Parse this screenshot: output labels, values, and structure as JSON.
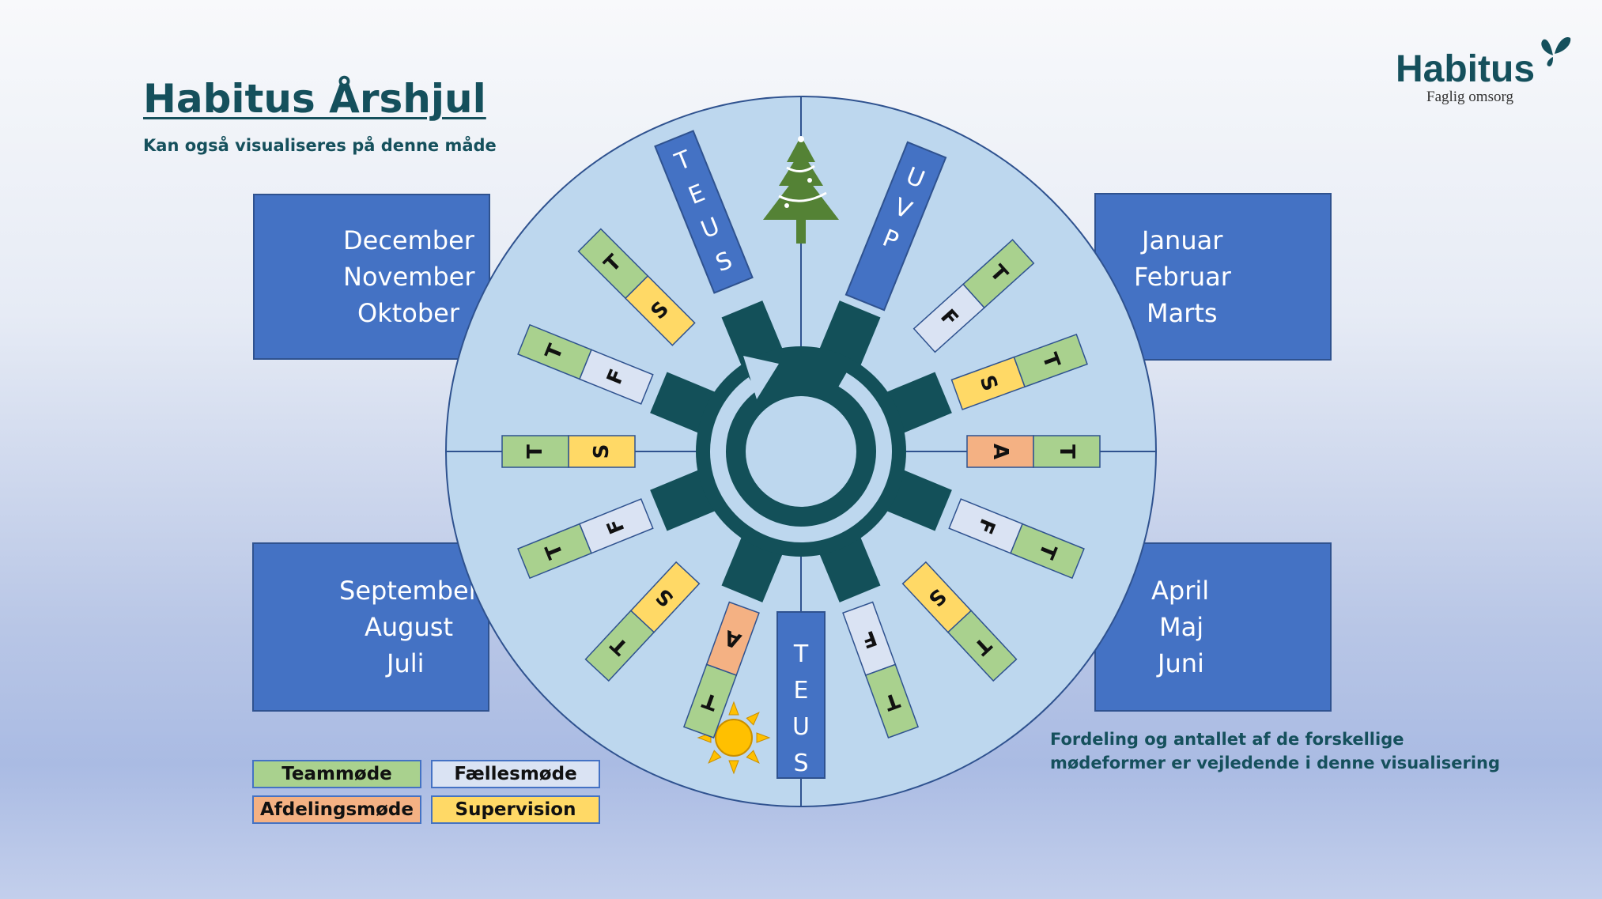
{
  "title": "Habitus Årshjul",
  "subtitle": "Kan også visualiseres på denne måde",
  "logo": {
    "name": "Habitus",
    "tagline": "Faglig omsorg"
  },
  "quarters": {
    "q4": [
      "December",
      "November",
      "Oktober"
    ],
    "q1": [
      "Januar",
      "Februar",
      "Marts"
    ],
    "q3": [
      "September",
      "August",
      "Juli"
    ],
    "q2": [
      "April",
      "Maj",
      "Juni"
    ]
  },
  "banners": {
    "top_left": "TEUS",
    "top_right": "UVP",
    "bottom": "TEUS"
  },
  "meeting_letters": {
    "T": "T",
    "F": "F",
    "S": "S",
    "A": "A"
  },
  "legend": {
    "teammode": "Teammøde",
    "faellesmode": "Fællesmøde",
    "afdelingsmode": "Afdelingsmøde",
    "supervision": "Supervision"
  },
  "note": [
    "Fordeling og antallet af de forskellige",
    "mødeformer er vejledende i denne visualisering"
  ],
  "colors": {
    "teammode": "#a9d18e",
    "faellesmode": "#dae3f3",
    "afdelingsmode": "#f4b183",
    "supervision": "#ffd966",
    "quarter_box": "#4472c4",
    "wheel_fill": "#bdd7ee",
    "gear": "#135059",
    "title": "#15505c"
  },
  "icons": [
    "christmas-tree-icon",
    "sun-icon",
    "gear-icon",
    "cycle-arrow-icon",
    "butterfly-icon"
  ]
}
